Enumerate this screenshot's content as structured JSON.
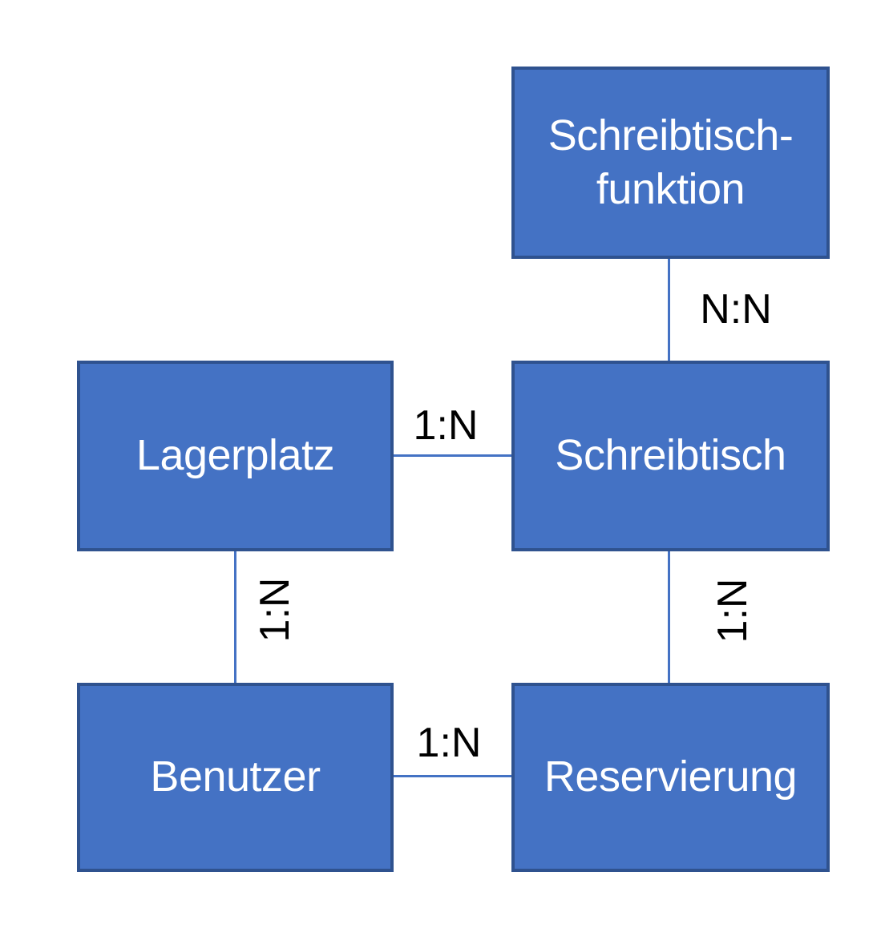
{
  "colors": {
    "background": "#FFFFFF",
    "entity_fill": "#4472C4",
    "entity_border": "#2F528F",
    "entity_text": "#FFFFFF",
    "connector_line": "#4472C4",
    "cardinality_text": "#000000"
  },
  "entities": {
    "schreibtischfunktion": {
      "label": "Schreibtisch-\nfunktion"
    },
    "lagerplatz": {
      "label": "Lagerplatz"
    },
    "schreibtisch": {
      "label": "Schreibtisch"
    },
    "benutzer": {
      "label": "Benutzer"
    },
    "reservierung": {
      "label": "Reservierung"
    }
  },
  "relationships": {
    "schreibtischfunktion_schreibtisch": {
      "cardinality": "N:N"
    },
    "lagerplatz_schreibtisch": {
      "cardinality": "1:N"
    },
    "lagerplatz_benutzer": {
      "cardinality": "1:N"
    },
    "schreibtisch_reservierung": {
      "cardinality": "1:N"
    },
    "benutzer_reservierung": {
      "cardinality": "1:N"
    }
  }
}
